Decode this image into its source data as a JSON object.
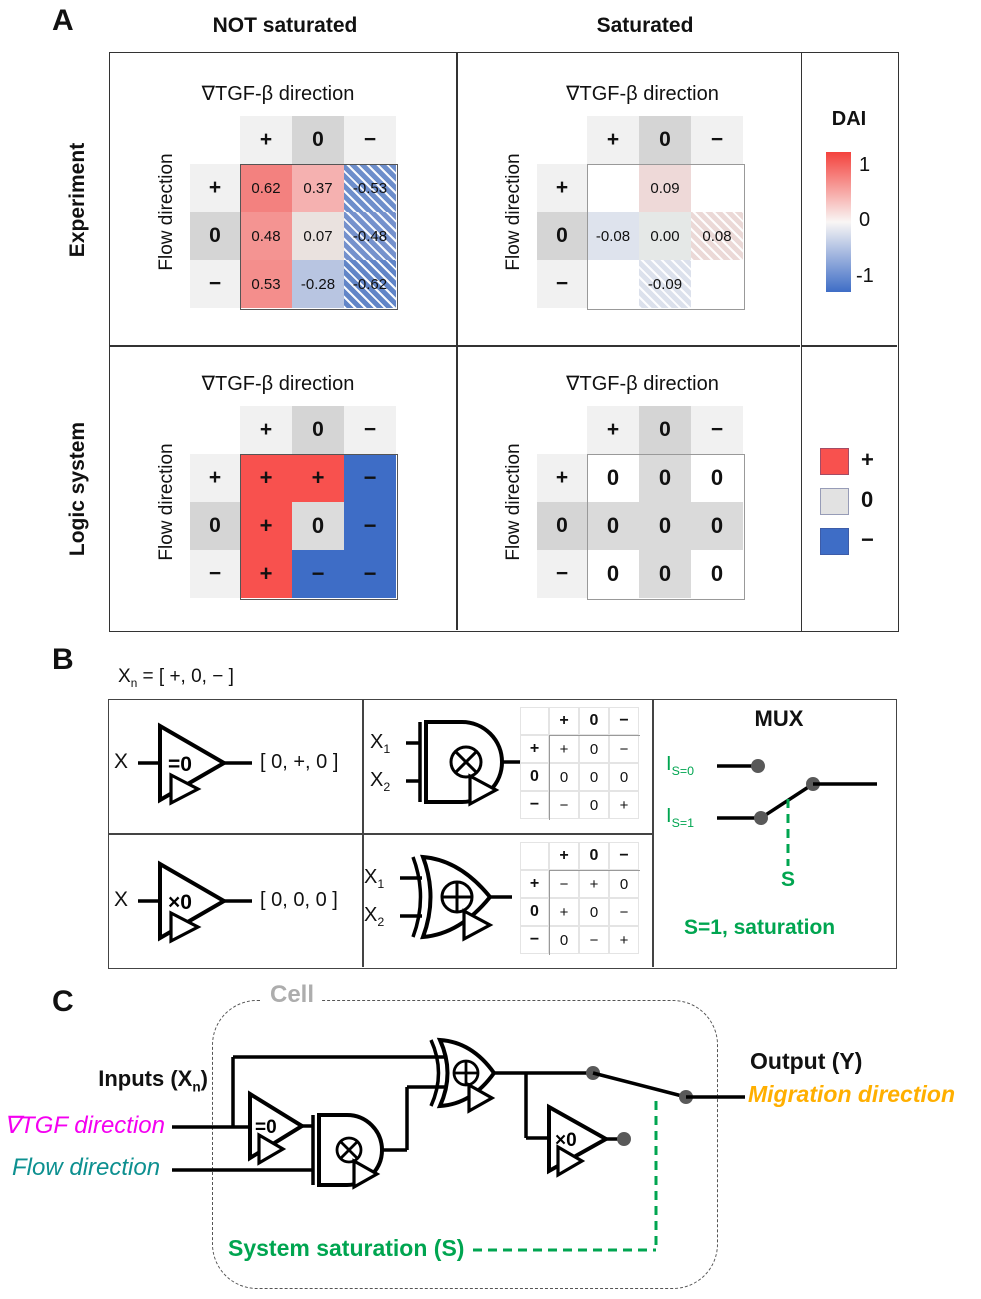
{
  "colors": {
    "logic_red": "#F8514E",
    "logic_gray": "#E2E2E2",
    "logic_blue": "#3E6DC6",
    "dai_top": "#F4423D",
    "dai_bottom": "#3E6DC6",
    "tgf_magenta": "#F400F0",
    "flow_teal": "#0D9090",
    "migration_orange": "#FFAF00",
    "saturation_green": "#00A550",
    "cell_gray": "#ADADAD",
    "dot_gray": "#595959"
  },
  "panelA": {
    "label": "A",
    "col_titles": [
      "NOT saturated",
      "Saturated"
    ],
    "row_titles": [
      "Experiment",
      "Logic system"
    ],
    "heatmaps": {
      "exp_ns": {
        "title": "∇TGF-β direction",
        "ylabel": "Flow direction",
        "col_headers": [
          "+",
          "0",
          "−"
        ],
        "row_headers": [
          "+",
          "0",
          "−"
        ],
        "cell_style": "value",
        "cells": [
          [
            {
              "t": "0.62",
              "bg": "#F3817F"
            },
            {
              "t": "0.37",
              "bg": "#F5B1B0"
            },
            {
              "t": "-0.53",
              "bg": "#6D8ECB",
              "hatch": true
            }
          ],
          [
            {
              "t": "0.48",
              "bg": "#F49492"
            },
            {
              "t": "0.07",
              "bg": "#EAE2DF"
            },
            {
              "t": "-0.48",
              "bg": "#7591CC",
              "hatch": true
            }
          ],
          [
            {
              "t": "0.53",
              "bg": "#F48E8C"
            },
            {
              "t": "-0.28",
              "bg": "#B8C5E1"
            },
            {
              "t": "-0.62",
              "bg": "#6185C7",
              "hatch": true
            }
          ]
        ]
      },
      "exp_s": {
        "title": "∇TGF-β direction",
        "ylabel": "Flow direction",
        "col_headers": [
          "+",
          "0",
          "−"
        ],
        "row_headers": [
          "+",
          "0",
          "−"
        ],
        "cell_style": "value",
        "cells": [
          [
            {
              "t": "",
              "bg": "#FFFFFF"
            },
            {
              "t": "0.09",
              "bg": "#EED9D8"
            },
            {
              "t": "",
              "bg": "#FFFFFF"
            }
          ],
          [
            {
              "t": "-0.08",
              "bg": "#DEE3ED"
            },
            {
              "t": "0.00",
              "bg": "#E5E8E7"
            },
            {
              "t": "0.08",
              "bg": "#EBD9D7",
              "hatch": true
            }
          ],
          [
            {
              "t": "",
              "bg": "#FFFFFF"
            },
            {
              "t": "-0.09",
              "bg": "#DCE1EC",
              "hatch": true
            },
            {
              "t": "",
              "bg": "#FFFFFF"
            }
          ]
        ]
      },
      "logic_ns": {
        "title": "∇TGF-β direction",
        "ylabel": "Flow direction",
        "col_headers": [
          "+",
          "0",
          "−"
        ],
        "row_headers": [
          "+",
          "0",
          "−"
        ],
        "cell_style": "sign",
        "cells": [
          [
            {
              "t": "+",
              "bg": "#F8514E"
            },
            {
              "t": "+",
              "bg": "#F8514E"
            },
            {
              "t": "−",
              "bg": "#3E6DC6"
            }
          ],
          [
            {
              "t": "+",
              "bg": "#F8514E"
            },
            {
              "t": "0",
              "bg": "#DCDCDC"
            },
            {
              "t": "−",
              "bg": "#3E6DC6"
            }
          ],
          [
            {
              "t": "+",
              "bg": "#F8514E"
            },
            {
              "t": "−",
              "bg": "#3E6DC6"
            },
            {
              "t": "−",
              "bg": "#3E6DC6"
            }
          ]
        ]
      },
      "logic_s": {
        "title": "∇TGF-β direction",
        "ylabel": "Flow direction",
        "col_headers": [
          "+",
          "0",
          "−"
        ],
        "row_headers": [
          "+",
          "0",
          "−"
        ],
        "cell_style": "sign",
        "cells": [
          [
            {
              "t": "0",
              "bg": "#FFFFFF"
            },
            {
              "t": "0",
              "bg": "#DADADA"
            },
            {
              "t": "0",
              "bg": "#FFFFFF"
            }
          ],
          [
            {
              "t": "0",
              "bg": "#DADADA"
            },
            {
              "t": "0",
              "bg": "#DADADA"
            },
            {
              "t": "0",
              "bg": "#DADADA"
            }
          ],
          [
            {
              "t": "0",
              "bg": "#FFFFFF"
            },
            {
              "t": "0",
              "bg": "#DADADA"
            },
            {
              "t": "0",
              "bg": "#FFFFFF"
            }
          ]
        ]
      }
    },
    "dai_legend": {
      "title": "DAI",
      "tick_top": "1",
      "tick_mid": "0",
      "tick_bottom": "-1"
    },
    "logic_legend": [
      {
        "label": "+",
        "color": "#F8514E"
      },
      {
        "label": "0",
        "color": "#E2E2E2"
      },
      {
        "label": "−",
        "color": "#3E6DC6"
      }
    ]
  },
  "panelB": {
    "label": "B",
    "xn_label": {
      "base": "X",
      "sub": "n",
      "rest": " = [ +, 0, − ]"
    },
    "buffer_gate": {
      "input": "X",
      "glyph": "=0",
      "output": "[ 0, +, 0 ]"
    },
    "zero_gate": {
      "input": "X",
      "glyph": "×0",
      "output": "[ 0, 0, 0 ]"
    },
    "mult_gate": {
      "in1": {
        "base": "X",
        "sub": "1"
      },
      "in2": {
        "base": "X",
        "sub": "2"
      }
    },
    "add_gate": {
      "in1": {
        "base": "X",
        "sub": "1"
      },
      "in2": {
        "base": "X",
        "sub": "2"
      }
    },
    "mult_table": {
      "col_headers": [
        "+",
        "0",
        "−"
      ],
      "rows": [
        {
          "h": "+",
          "c": [
            "+",
            "0",
            "−"
          ]
        },
        {
          "h": "0",
          "c": [
            "0",
            "0",
            "0"
          ]
        },
        {
          "h": "−",
          "c": [
            "−",
            "0",
            "+"
          ]
        }
      ]
    },
    "add_table": {
      "col_headers": [
        "+",
        "0",
        "−"
      ],
      "rows": [
        {
          "h": "+",
          "c": [
            "−",
            "+",
            "0"
          ]
        },
        {
          "h": "0",
          "c": [
            "+",
            "0",
            "−"
          ]
        },
        {
          "h": "−",
          "c": [
            "0",
            "−",
            "+"
          ]
        }
      ]
    },
    "mux": {
      "title": "MUX",
      "input0": {
        "base": "I",
        "sub": "S=0"
      },
      "input1": {
        "base": "I",
        "sub": "S=1"
      },
      "select_label": "S",
      "note": "S=1, saturation"
    }
  },
  "panelC": {
    "label": "C",
    "cell_label": "Cell",
    "inputs_label": {
      "pre": "Inputs (X",
      "sub": "n",
      "post": ")"
    },
    "input1": "∇TGF direction",
    "input2": "Flow direction",
    "output_title": "Output (Y)",
    "output_subtitle": "Migration direction",
    "saturation_label": "System saturation (S)",
    "eq0_glyph": "=0",
    "x0_glyph": "×0"
  },
  "chart_data": [
    {
      "type": "heatmap",
      "title": "Experiment, NOT saturated (DAI)",
      "x": [
        "+",
        "0",
        "−"
      ],
      "y": [
        "+",
        "0",
        "−"
      ],
      "values": [
        [
          0.62,
          0.37,
          -0.53
        ],
        [
          0.48,
          0.07,
          -0.48
        ],
        [
          0.53,
          -0.28,
          -0.62
        ]
      ],
      "xlabel": "∇TGF-β direction",
      "ylabel": "Flow direction",
      "colorbar": "DAI",
      "range": [
        -1,
        1
      ]
    },
    {
      "type": "heatmap",
      "title": "Experiment, Saturated (DAI)",
      "x": [
        "+",
        "0",
        "−"
      ],
      "y": [
        "+",
        "0",
        "−"
      ],
      "values": [
        [
          null,
          0.09,
          null
        ],
        [
          -0.08,
          0.0,
          0.08
        ],
        [
          null,
          -0.09,
          null
        ]
      ],
      "xlabel": "∇TGF-β direction",
      "ylabel": "Flow direction",
      "colorbar": "DAI",
      "range": [
        -1,
        1
      ]
    },
    {
      "type": "heatmap",
      "title": "Logic system, NOT saturated",
      "x": [
        "+",
        "0",
        "−"
      ],
      "y": [
        "+",
        "0",
        "−"
      ],
      "values": [
        [
          "+",
          "+",
          "−"
        ],
        [
          "+",
          "0",
          "−"
        ],
        [
          "+",
          "−",
          "−"
        ]
      ],
      "xlabel": "∇TGF-β direction",
      "ylabel": "Flow direction"
    },
    {
      "type": "heatmap",
      "title": "Logic system, Saturated",
      "x": [
        "+",
        "0",
        "−"
      ],
      "y": [
        "+",
        "0",
        "−"
      ],
      "values": [
        [
          "0",
          "0",
          "0"
        ],
        [
          "0",
          "0",
          "0"
        ],
        [
          "0",
          "0",
          "0"
        ]
      ],
      "xlabel": "∇TGF-β direction",
      "ylabel": "Flow direction"
    }
  ]
}
